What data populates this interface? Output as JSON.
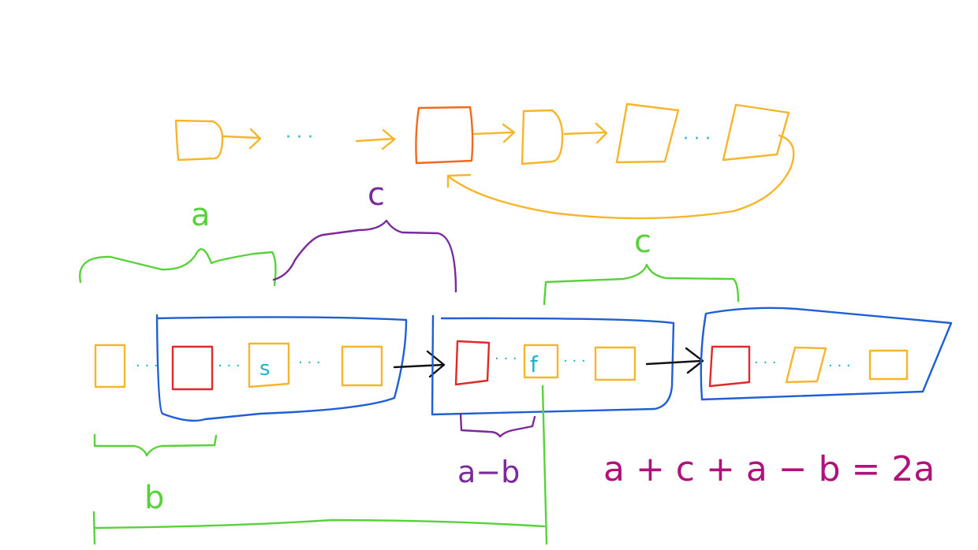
{
  "colors": {
    "node": "#f7b52b",
    "entry": "#ef6a1e",
    "red": "#e02a2a",
    "blue": "#1f5fd6",
    "green": "#58d23a",
    "purple": "#7a2a9a",
    "cyan": "#1fb4c9",
    "black": "#111111",
    "magenta": "#b0127a"
  },
  "labels": {
    "a": "a",
    "c_purple": "c",
    "c_green": "c",
    "s": "s",
    "f": "f",
    "b": "b",
    "a_minus_b": "a−b",
    "equation": "a + c + a − b = 2a"
  },
  "dots": {
    "top1": "· · ·",
    "top2": "· · ·",
    "row1": "· · ·",
    "row2": "· · ·",
    "row3": "· · ·",
    "row4": "· · ·",
    "row5": "· · ·",
    "row6": "· · ·",
    "row7": "· · ·"
  }
}
